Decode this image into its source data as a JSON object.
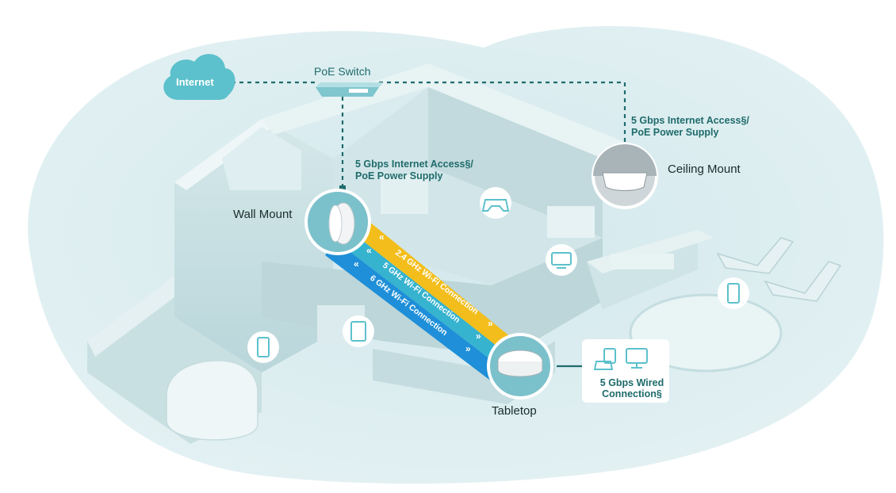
{
  "internet_label": "Internet",
  "poe_switch_label": "PoE Switch",
  "wall_link_line1": "5 Gbps Internet Access§/",
  "wall_link_line2": "PoE Power Supply",
  "ceiling_link_line1": "5 Gbps Internet Access§/",
  "ceiling_link_line2": "PoE Power Supply",
  "wall_mount_label": "Wall Mount",
  "ceiling_mount_label": "Ceiling Mount",
  "tabletop_label": "Tabletop",
  "wired_line1": "5 Gbps Wired",
  "wired_line2": "Connection§",
  "bands": [
    {
      "label": "2.4 GHz Wi-Fi Connection",
      "color": "#f3be1c"
    },
    {
      "label": "5 GHz Wi-Fi Connection",
      "color": "#36b3cf"
    },
    {
      "label": "6 GHz Wi-Fi Connection",
      "color": "#1e8fd8"
    }
  ],
  "colors": {
    "background_blob": "#d8ecef",
    "house": "#c7dfe2",
    "teal_line": "#1f6b6b",
    "cloud": "#5cc1cc"
  },
  "icons": [
    "cloud-icon",
    "switch-icon",
    "gamepad-icon",
    "monitor-icon",
    "phone-icon",
    "tablet-icon",
    "desktop-icon"
  ]
}
